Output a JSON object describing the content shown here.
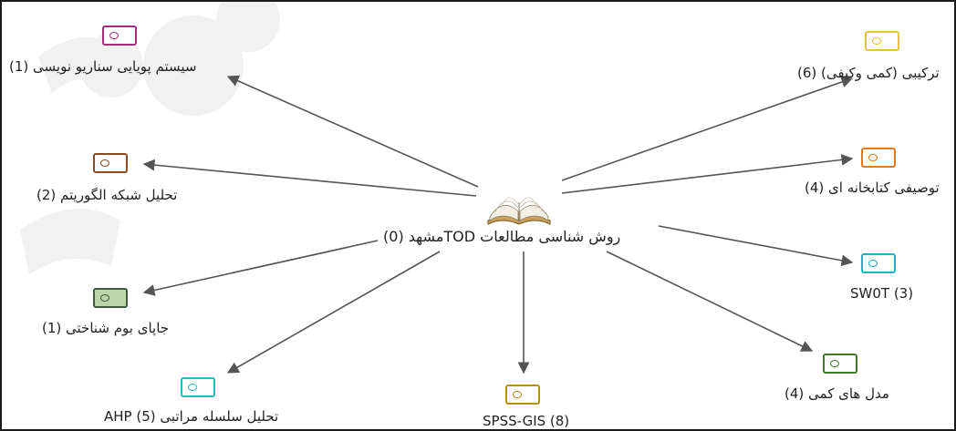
{
  "center": {
    "label": "روش شناسی مطالعات TODمشهد (0)",
    "icon": "open-book-icon"
  },
  "nodes": [
    {
      "id": "scenario",
      "label": "سیستم پویایی سناریو نویسی (1)",
      "color": "#a0307a",
      "fill": "#ffffff"
    },
    {
      "id": "network",
      "label": "تحلیل شبکه الگوریتم (2)",
      "color": "#8a4a22",
      "fill": "#ffffff"
    },
    {
      "id": "ecology",
      "label": "جاپای بوم شناختی (1)",
      "color": "#3f5a3f",
      "fill": "#b9d7a8"
    },
    {
      "id": "ahp",
      "label": "تحلیل سلسله مراتبی (5) AHP",
      "color": "#2ab7c4",
      "fill": "#ffffff"
    },
    {
      "id": "gis",
      "label": "SPSS-GIS (8)",
      "color": "#b88f14",
      "fill": "#ffffff"
    },
    {
      "id": "quant",
      "label": "مدل های کمی (4)",
      "color": "#3d7a2a",
      "fill": "#ffffff"
    },
    {
      "id": "swot",
      "label": "SW0T (3)",
      "color": "#22b2c0",
      "fill": "#ffffff"
    },
    {
      "id": "library",
      "label": "توصیفی کتابخانه ای (4)",
      "color": "#e07a1c",
      "fill": "#ffffff"
    },
    {
      "id": "mixed",
      "label": "ترکیبی (کمی وکیفی) (6)",
      "color": "#e6c53a",
      "fill": "#ffffff"
    }
  ],
  "colors": {
    "edge": "#555555",
    "border": "#1a1a1a"
  }
}
